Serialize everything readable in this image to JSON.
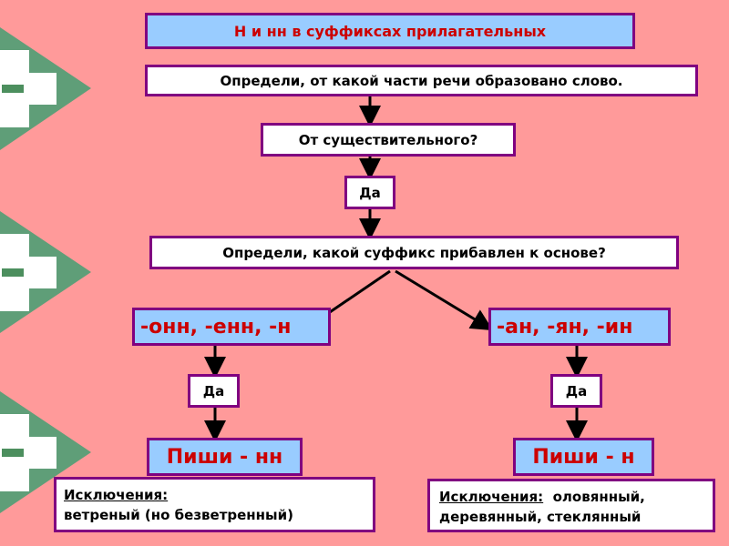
{
  "title": "Н и нн в суффиксах прилагательных",
  "step1": "Определи, от какой части речи образовано слово.",
  "step2": "От существительного?",
  "yes_top": "Да",
  "step3": "Определи, какой суффикс прибавлен к основе?",
  "left": {
    "suffixes": "-онн, -енн, -н",
    "yes": "Да",
    "rule": "Пиши - нн",
    "exceptions_heading": "Исключения:",
    "exceptions_text": "ветреный (но безветренный)"
  },
  "right": {
    "suffixes": "-ан, -ян, -ин",
    "yes": "Да",
    "rule": "Пиши - н",
    "exceptions_heading": "Исключения:",
    "exceptions_text_1": "оловянный,",
    "exceptions_text_2": "деревянный, стеклянный"
  },
  "colors": {
    "background": "#ff9a9a",
    "border": "#800080",
    "accent_red": "#cc0000",
    "blue_box": "#99ccff",
    "nav_green": "#5f9e78"
  }
}
